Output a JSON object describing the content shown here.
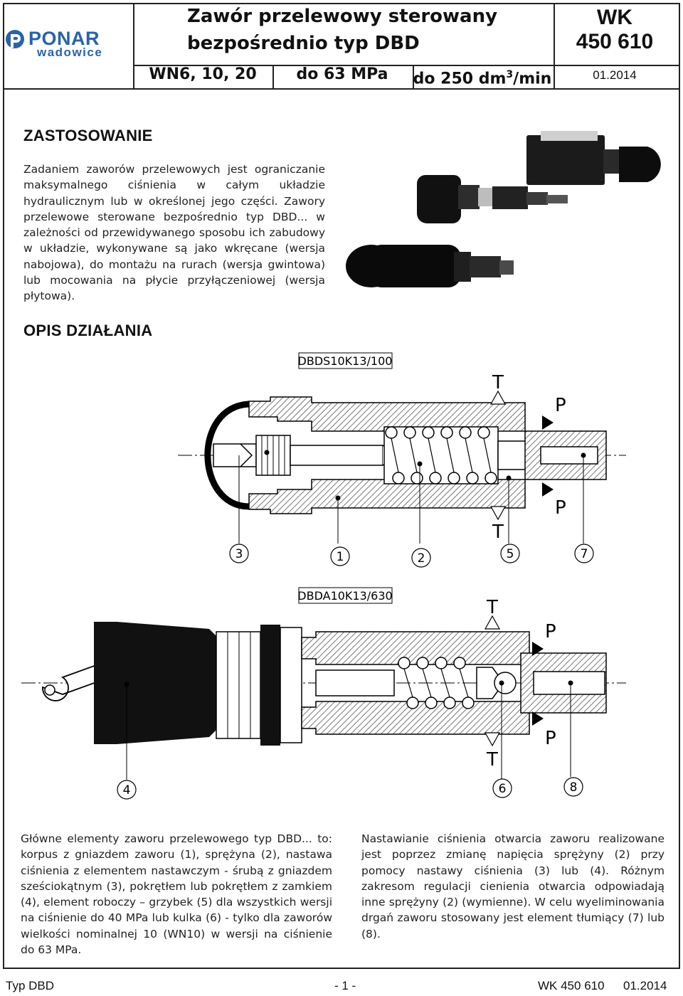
{
  "header": {
    "logo_brand": "PONAR",
    "logo_sub": "wadowice",
    "title_line1": "Zawór przelewowy sterowany",
    "title_line2": "bezpośrednio typ DBD",
    "doc_code_line1": "WK",
    "doc_code_line2": "450 610",
    "sizes": "WN6, 10, 20",
    "pressure": "do 63 MPa",
    "flow_prefix": "do 250 dm",
    "flow_exp": "3",
    "flow_suffix": "/min",
    "date": "01.2014"
  },
  "zastosowanie": {
    "heading": "ZASTOSOWANIE",
    "text": "Zadaniem zaworów przelewowych jest ograniczanie maksymalnego ciśnienia w całym układzie hydraulicznym lub w określonej jego części. Zawory przelewowe sterowane bezpośrednio typ DBD... w zależności od przewidywanego sposobu ich zabudowy w układzie, wykonywane są jako wkręcane (wersja nabojowa), do montażu na rurach (wersja gwintowa) lub mocowania na płycie przyłączeniowej (wersja płytowa)."
  },
  "opis": {
    "heading": "OPIS DZIAŁANIA",
    "diagram1": {
      "label": "DBDS10K13/100",
      "ports": [
        "T",
        "P",
        "P",
        "T"
      ],
      "callouts": [
        "3",
        "1",
        "2",
        "5",
        "7"
      ]
    },
    "diagram2": {
      "label": "DBDA10K13/630",
      "ports": [
        "T",
        "P",
        "P",
        "T"
      ],
      "callouts": [
        "4",
        "6",
        "8"
      ]
    },
    "text_left": "Główne elementy zaworu przelewowego typ DBD... to: korpus z gniazdem zaworu (1), sprężyna (2), nastawa ciśnienia z elementem nastawczym - śrubą z gniazdem sześciokątnym (3), pokrętłem lub pokrętłem z zamkiem (4), element roboczy – grzybek (5) dla wszystkich wersji na ciśnienie do 40 MPa lub kulka (6) - tylko dla zaworów wielkości nominalnej 10 (WN10) w wersji na ciśnienie do 63 MPa.",
    "text_right": "Nastawianie ciśnienia otwarcia zaworu realizowane jest poprzez zmianę napięcia sprężyny (2) przy pomocy nastawy ciśnienia (3) lub (4). Różnym zakresom regulacji cienienia otwarcia odpowiadają inne sprężyny (2) (wymienne). W celu wyeliminowania drgań zaworu stosowany jest element tłumiący (7) lub (8)."
  },
  "footer": {
    "left": "Typ DBD",
    "center": "- 1 -",
    "code": "WK 450 610",
    "date": "01.2014"
  }
}
